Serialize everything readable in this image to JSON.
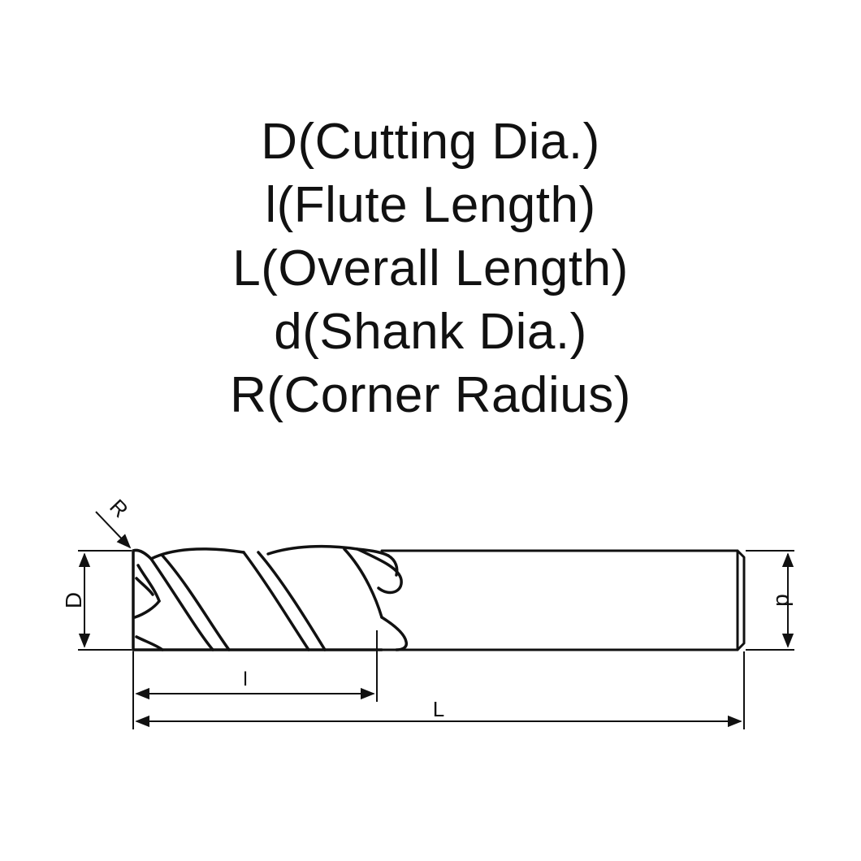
{
  "legend": [
    "D(Cutting Dia.)",
    "l(Flute Length)",
    "L(Overall Length)",
    "d(Shank Dia.)",
    "R(Corner Radius)"
  ],
  "labels": {
    "cutting_dia": "D",
    "shank_dia": "d",
    "flute_length": "l",
    "overall_length": "L",
    "corner_radius": "R"
  },
  "colors": {
    "background": "#ffffff",
    "ink": "#111111"
  }
}
